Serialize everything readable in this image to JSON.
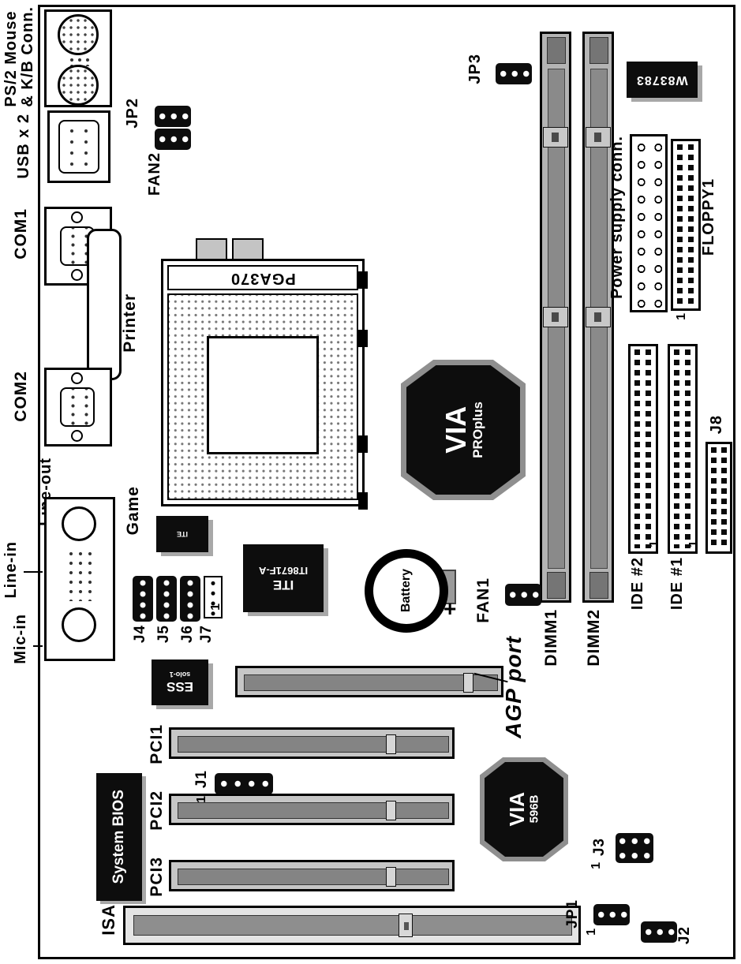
{
  "colors": {
    "board": "#ffffff",
    "ink": "#000000",
    "chip": "#0d0d0d",
    "slot": "#c6c6c6",
    "slot_channel": "#848484"
  },
  "io": {
    "ps2_line1": "PS/2 Mouse",
    "ps2_line2": "& K/B Conn.",
    "usb": "USB x 2",
    "com1": "COM1",
    "printer": "Printer",
    "com2": "COM2",
    "line_out": "Line-out",
    "line_in": "Line-in",
    "mic_in": "Mic-in",
    "game": "Game"
  },
  "cpu": {
    "socket": "PGA370"
  },
  "memory": {
    "dimm1": "DIMM1",
    "dimm2": "DIMM2"
  },
  "power": {
    "label": "Power supply conn."
  },
  "storage": {
    "floppy": "FLOPPY1",
    "ide1": "IDE #1",
    "ide2": "IDE #2"
  },
  "slots": {
    "agp": "AGP port",
    "pci1": "PCI1",
    "pci2": "PCI2",
    "pci3": "PCI3",
    "isa": "ISA"
  },
  "chips": {
    "monitor": "W83783",
    "north_brand": "VIA",
    "north_model": "PROplus",
    "south_brand": "VIA",
    "south_model": "596B",
    "super_io_brand": "ITE",
    "super_io_model": "IT8671F-A",
    "game_chip": "ITE",
    "audio_brand": "ESS",
    "audio_model": "solo-1",
    "bios": "System BIOS"
  },
  "headers": {
    "jp1": "JP1",
    "jp2": "JP2",
    "jp3": "JP3",
    "fan1": "FAN1",
    "fan2": "FAN2",
    "j1": "J1",
    "j2": "J2",
    "j3": "J3",
    "j4": "J4",
    "j5": "J5",
    "j6": "J6",
    "j7": "J7",
    "j8": "J8"
  },
  "battery": {
    "label": "Battery",
    "polarity": "+"
  },
  "pin1": "1"
}
